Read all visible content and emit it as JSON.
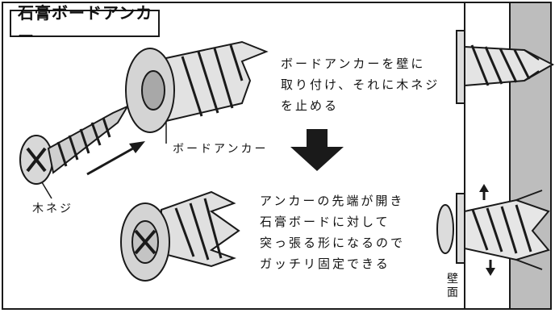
{
  "title": "石膏ボードアンカー",
  "labels": {
    "screw": "木ネジ",
    "anchor": "ボードアンカー",
    "wall": "壁面"
  },
  "captions": {
    "step1": [
      "ボードアンカーを壁に",
      "取り付け、それに木ネジ",
      "を止める"
    ],
    "step2": [
      "アンカーの先端が開き",
      "石膏ボードに対して",
      "突っ張る形になるので",
      "ガッチリ固定できる"
    ]
  },
  "colors": {
    "wall": "#bdbdbd",
    "line": "#1a1a1a",
    "metal": "#dcdcdc",
    "shade": "#9a9a9a"
  }
}
